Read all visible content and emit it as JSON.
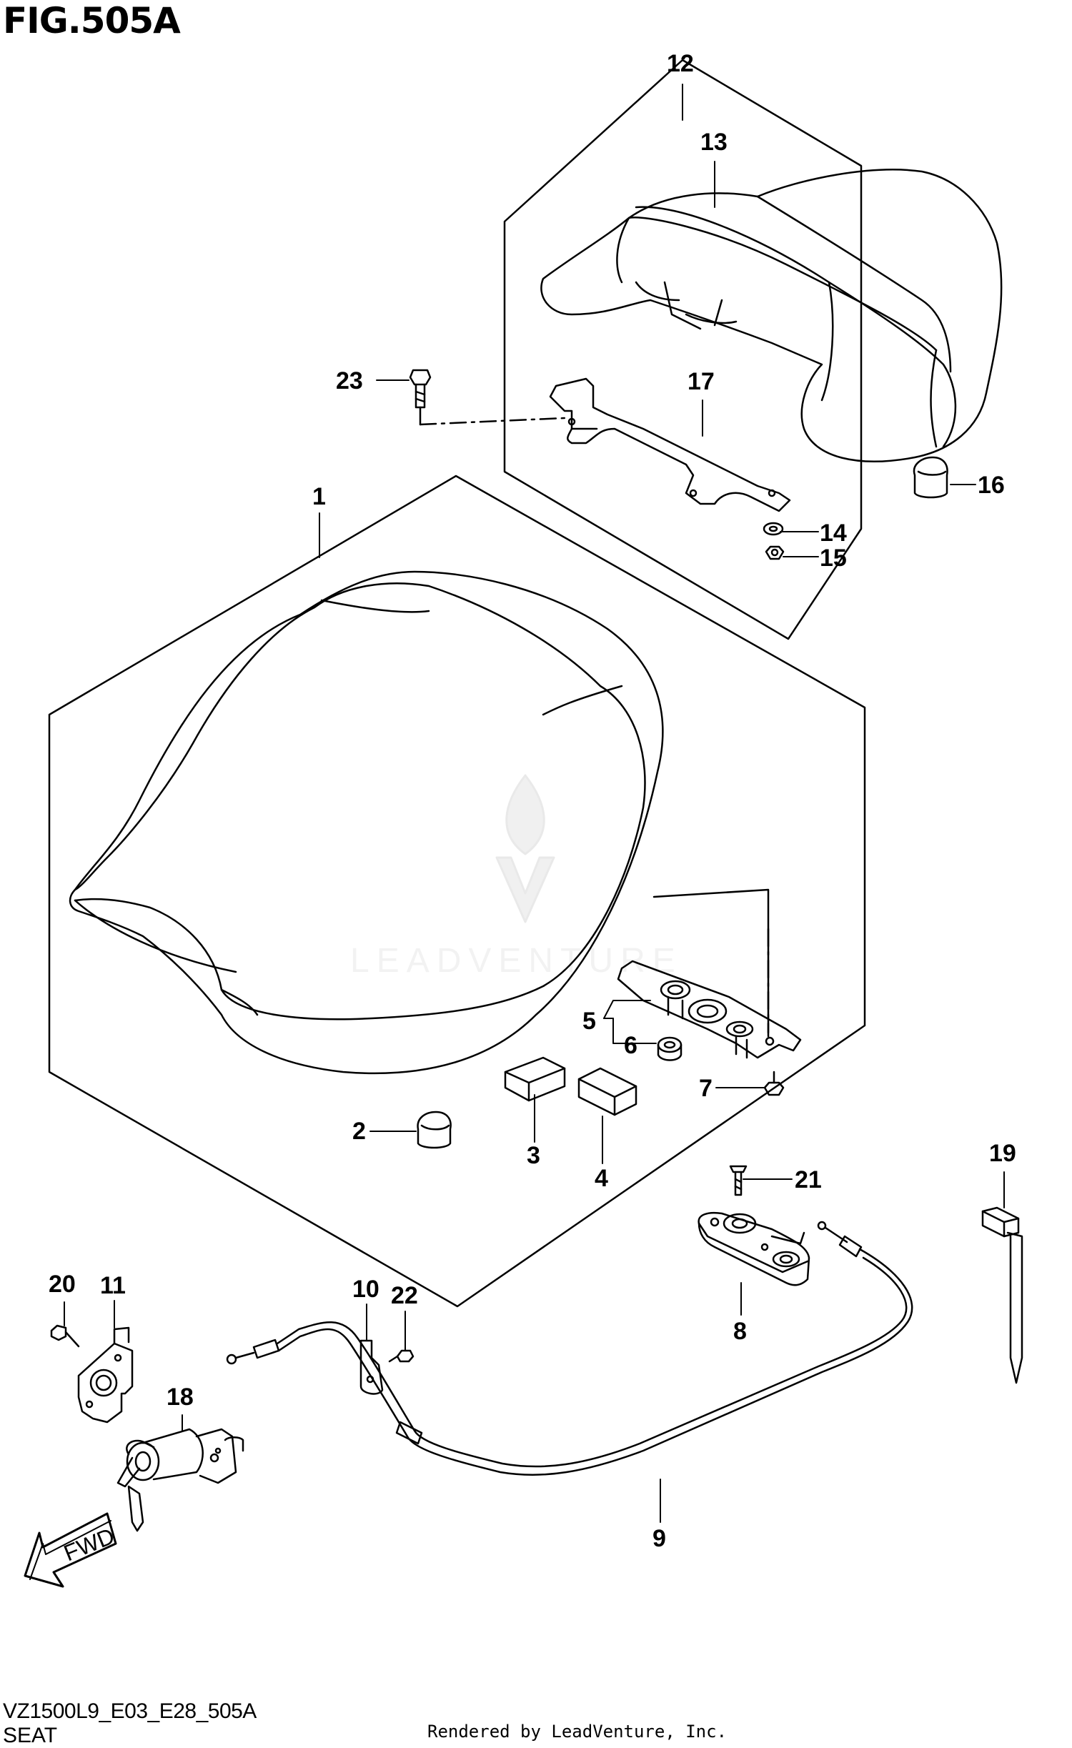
{
  "figure": {
    "title": "FIG.505A",
    "diagram_code": "VZ1500L9_E03_E28_505A",
    "section": "SEAT",
    "credit": "Rendered by LeadVenture, Inc.",
    "watermark": "LEADVENTURE",
    "fwd_label": "FWD"
  },
  "callouts": {
    "c1": "1",
    "c2": "2",
    "c3": "3",
    "c4": "4",
    "c5": "5",
    "c6": "6",
    "c7": "7",
    "c8": "8",
    "c9": "9",
    "c10": "10",
    "c11": "11",
    "c12": "12",
    "c13": "13",
    "c14": "14",
    "c15": "15",
    "c16": "16",
    "c17": "17",
    "c18": "18",
    "c19": "19",
    "c20": "20",
    "c21": "21",
    "c22": "22",
    "c23": "23"
  }
}
